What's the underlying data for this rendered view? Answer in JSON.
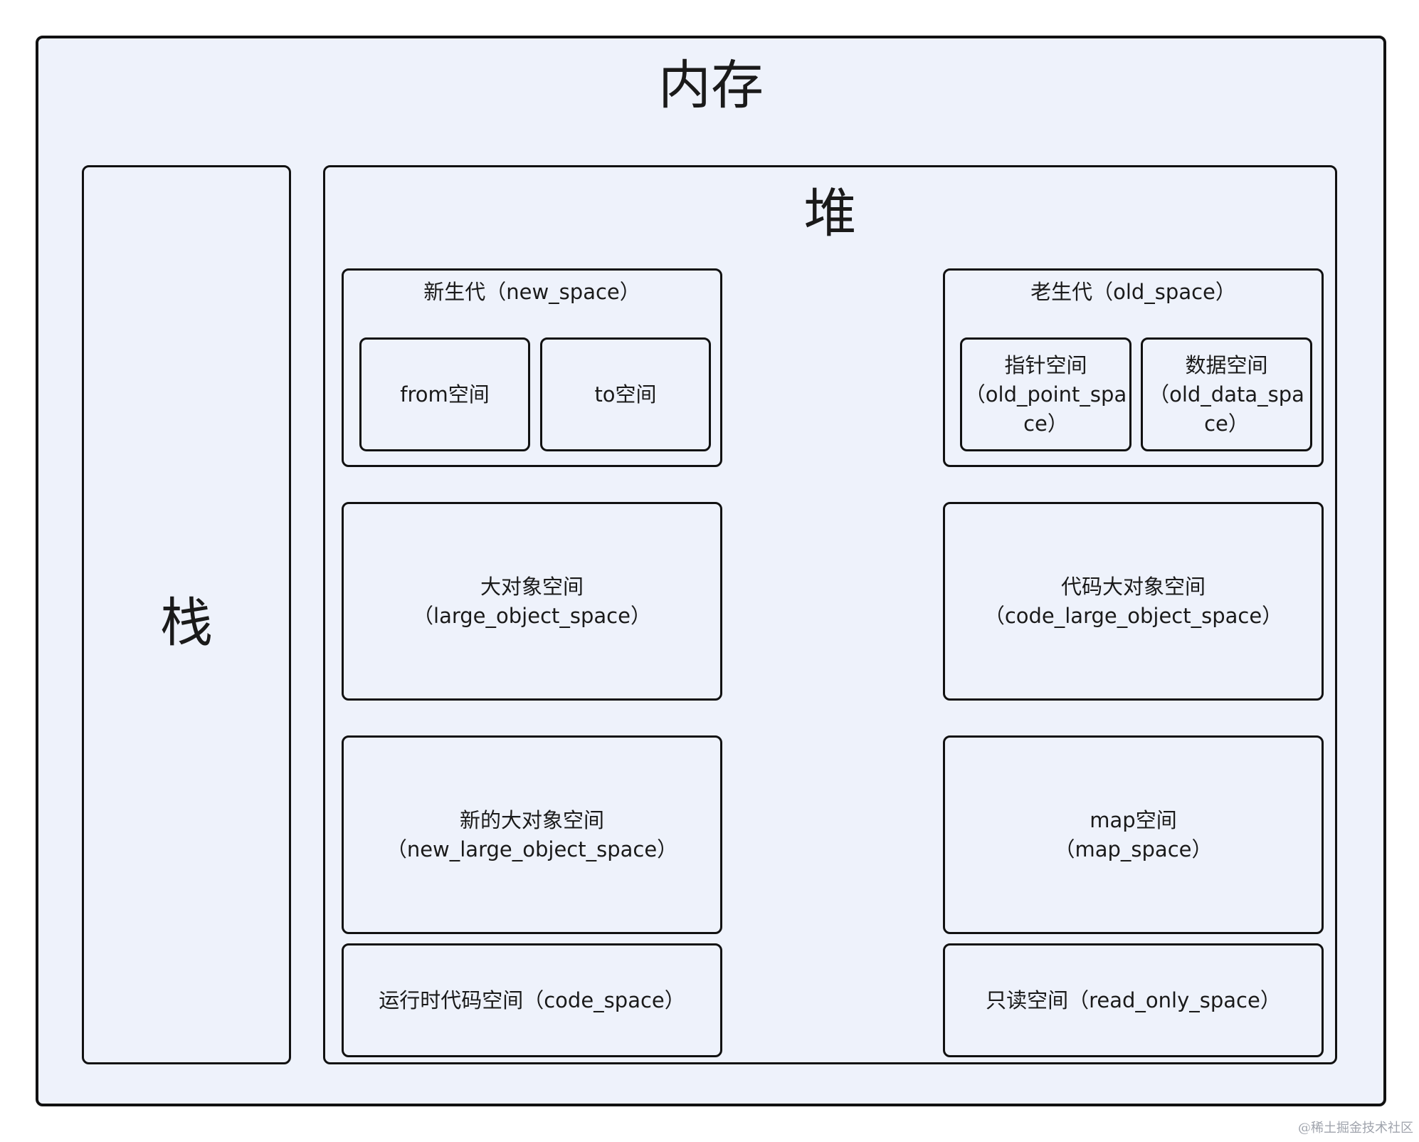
{
  "memory": {
    "title": "内存"
  },
  "stack": {
    "title": "栈"
  },
  "heap": {
    "title": "堆",
    "new_space": {
      "title": "新生代（new_space）",
      "from": "from空间",
      "to": "to空间"
    },
    "old_space": {
      "title": "老生代（old_space）",
      "pointer": "指针空间\n（old_point_spa\nce）",
      "data": "数据空间\n（old_data_spa\nce）"
    },
    "large_object_space": "大对象空间\n（large_object_space）",
    "code_large_object_space": "代码大对象空间\n（code_large_object_space）",
    "new_large_object_space": "新的大对象空间\n（new_large_object_space）",
    "map_space": "map空间\n（map_space）",
    "code_space": "运行时代码空间（code_space）",
    "read_only_space": "只读空间（read_only_space）"
  },
  "watermark": "@稀土掘金技术社区"
}
